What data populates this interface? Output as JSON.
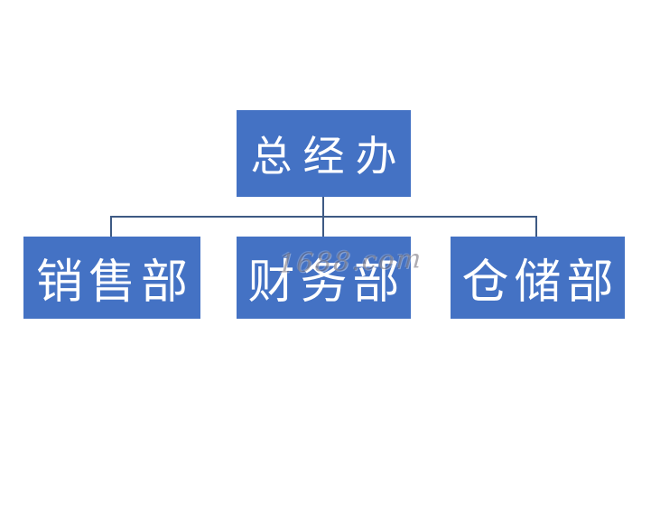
{
  "org": {
    "type": "org-chart",
    "root": {
      "label": "总经办"
    },
    "children": [
      {
        "label": "销售部"
      },
      {
        "label": "财务部"
      },
      {
        "label": "仓储部"
      }
    ]
  },
  "watermark": {
    "text": "1688.com"
  },
  "colors": {
    "node_fill": "#4472C4",
    "node_text": "#FFFFFF",
    "connector": "#3E5A84",
    "background": "#FFFFFF",
    "watermark": "rgba(100,96,108,0.52)"
  },
  "chart_data": {
    "type": "table",
    "title": "",
    "structure": "hierarchy",
    "nodes": [
      "总经办",
      "销售部",
      "财务部",
      "仓储部"
    ],
    "edges": [
      [
        "总经办",
        "销售部"
      ],
      [
        "总经办",
        "财务部"
      ],
      [
        "总经办",
        "仓储部"
      ]
    ]
  }
}
